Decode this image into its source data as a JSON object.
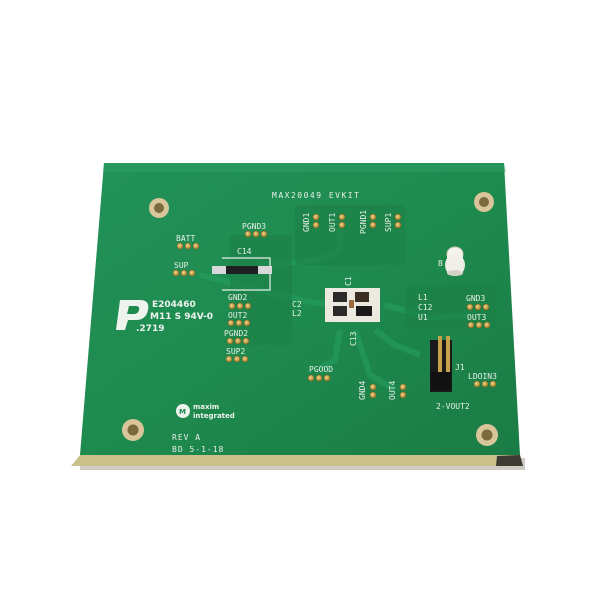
{
  "photo": {
    "subject": "pcb-evaluation-kit",
    "board_color": "#1e8a4e",
    "edge_color": "#c9c08a",
    "silkscreen_color": "#e8efe8",
    "pad_color": "#c8a24a"
  },
  "board": {
    "title": "MAX20049 EVKIT",
    "ul_mark": "E204460",
    "rating": "M11 S 94V-0",
    "date_code": ".2719",
    "brand_line1": "maxim",
    "brand_line2": "integrated",
    "revision": "REV A",
    "bd_date": "BD 5-1-18"
  },
  "labels": {
    "batt": "BATT",
    "sup": "SUP",
    "pgnd3": "PGND3",
    "c14": "C14",
    "gnd2": "GND2",
    "out2": "OUT2",
    "pgnd2": "PGND2",
    "sup2": "SUP2",
    "gnd1": "GND1",
    "out1": "OUT1",
    "pgnd1": "PGND1",
    "sup1": "SUP1",
    "c1": "C1",
    "c2": "C2",
    "l2": "L2",
    "l1": "L1",
    "c12": "C12",
    "u1": "U1",
    "c13": "C13",
    "gnd3": "GND3",
    "out3": "OUT3",
    "pgood": "PGOOD",
    "gnd4": "GND4",
    "out4": "OUT4",
    "ldoin3": "LDOIN3",
    "jp1": "J1",
    "b": "B",
    "vout2": "2-VOUT2"
  }
}
